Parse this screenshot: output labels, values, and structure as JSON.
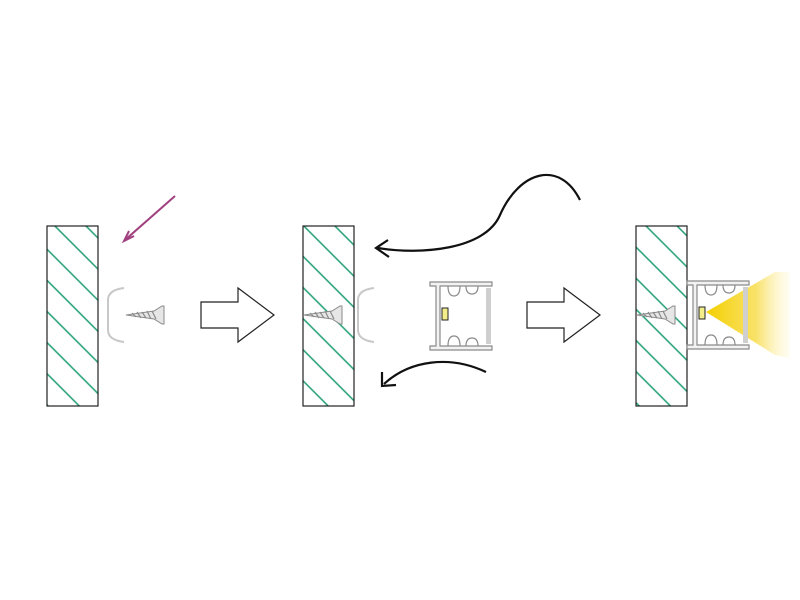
{
  "diagram": {
    "colors": {
      "hatch": "#1f9e72",
      "wall_outline": "#222222",
      "pointer_arrow": "#a0407f",
      "profile": "#9a9a9a",
      "led": "#f3ee8a",
      "light": "#f7d71a"
    },
    "steps": [
      "wall-with-clip-and-screw",
      "clip-screwed-to-wall",
      "profile-snapped-on"
    ]
  }
}
